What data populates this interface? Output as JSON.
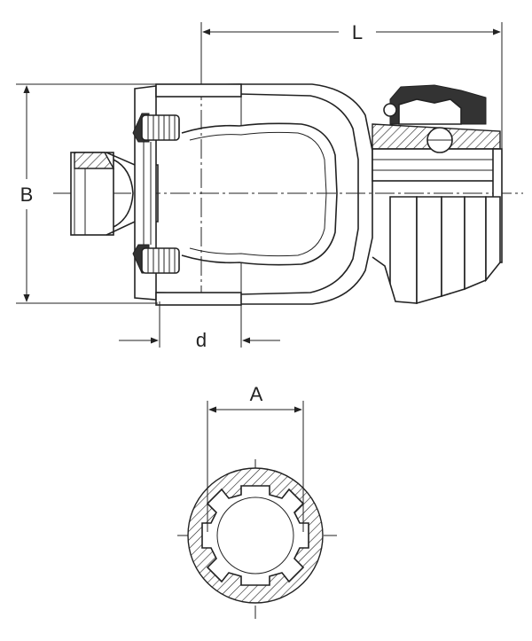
{
  "drawing": {
    "labels": {
      "length": "L",
      "height": "B",
      "diameter": "d",
      "spline_width": "A"
    }
  },
  "colors": {
    "line": "#222222",
    "background": "#ffffff"
  }
}
